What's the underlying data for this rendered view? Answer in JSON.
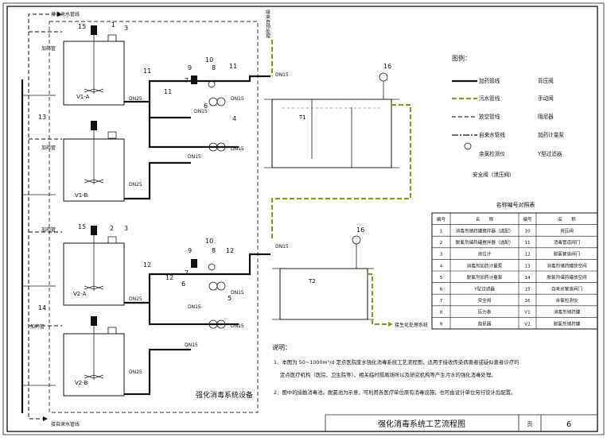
{
  "frame": {
    "drawing_title": "强化消毒系统工艺流程图",
    "page_label": "页",
    "page_number": "6"
  },
  "pipes": {
    "dn15": "DN15",
    "dn25": "DN25",
    "to_tap_top": "接自来水管线",
    "to_tap_bottom": "接自来水管线",
    "dosing_pipe": "加药管",
    "from_pretreatment": "接来自预处理",
    "to_biochem": "接生化处理系统"
  },
  "tanks": {
    "v1a": "V1-A",
    "v1b": "V1-B",
    "v2a": "V2-A",
    "v2b": "V2-B",
    "t1": "T1",
    "t2": "T2"
  },
  "system_label": "强化消毒系统设备",
  "legend": {
    "title": "图例：",
    "items": [
      "加药管线",
      "背压阀",
      "污水管线",
      "手动阀",
      "放空管线",
      "阻尼器",
      "自来水管线",
      "加药计量泵",
      "余氯检测仪",
      "Y型过滤器",
      "安全阀（泄压阀）"
    ]
  },
  "parts_table": {
    "title": "名称编号对照表",
    "headers": [
      "编号",
      "名　　称",
      "编号",
      "名　　称"
    ],
    "rows": [
      [
        "1",
        "消毒剂储药罐搅拌器（选配）",
        "10",
        "背压阀"
      ],
      [
        "2",
        "脱氯剂储药罐搅拌器（选配）",
        "11",
        "消毒管道阀门"
      ],
      [
        "3",
        "液位计",
        "12",
        "脱氯管道阀门"
      ],
      [
        "4",
        "消毒剂加药计量泵",
        "13",
        "消毒剂储药罐放空阀"
      ],
      [
        "5",
        "脱氯剂加药计量泵",
        "14",
        "脱氯剂储药罐放空阀"
      ],
      [
        "6",
        "Y型过滤器",
        "15",
        "自来水管道阀门"
      ],
      [
        "7",
        "安全阀",
        "16",
        "余氯检测仪"
      ],
      [
        "8",
        "压力表",
        "V1",
        "消毒剂储药罐"
      ],
      [
        "9",
        "阻尼器",
        "V2",
        "脱氯剂储药罐"
      ]
    ]
  },
  "notes": {
    "title": "说明：",
    "lines": [
      "1．本图为 50~1000m³/d 定点医院废水强化消毒系统工艺流程图，适用于接收传染病患者或疑似患者诊疗的",
      "定点医疗机构（医院、卫生院等）、相关临时隔离场所以及研究机构等产生污水的强化消毒处理。",
      "2．图中的接触消毒池、脱氯池为示意，可利用各医疗单位原有消毒设施，也可由设计单位另行设计后配置。"
    ]
  },
  "callouts": {
    "c1": "1",
    "c2": "2",
    "c3": "3",
    "c4": "4",
    "c5": "5",
    "c6": "6",
    "c7": "7",
    "c8": "8",
    "c9": "9",
    "c10": "10",
    "c11": "11",
    "c12": "12",
    "c13": "13",
    "c14": "14",
    "c15": "15",
    "c16": "16"
  }
}
